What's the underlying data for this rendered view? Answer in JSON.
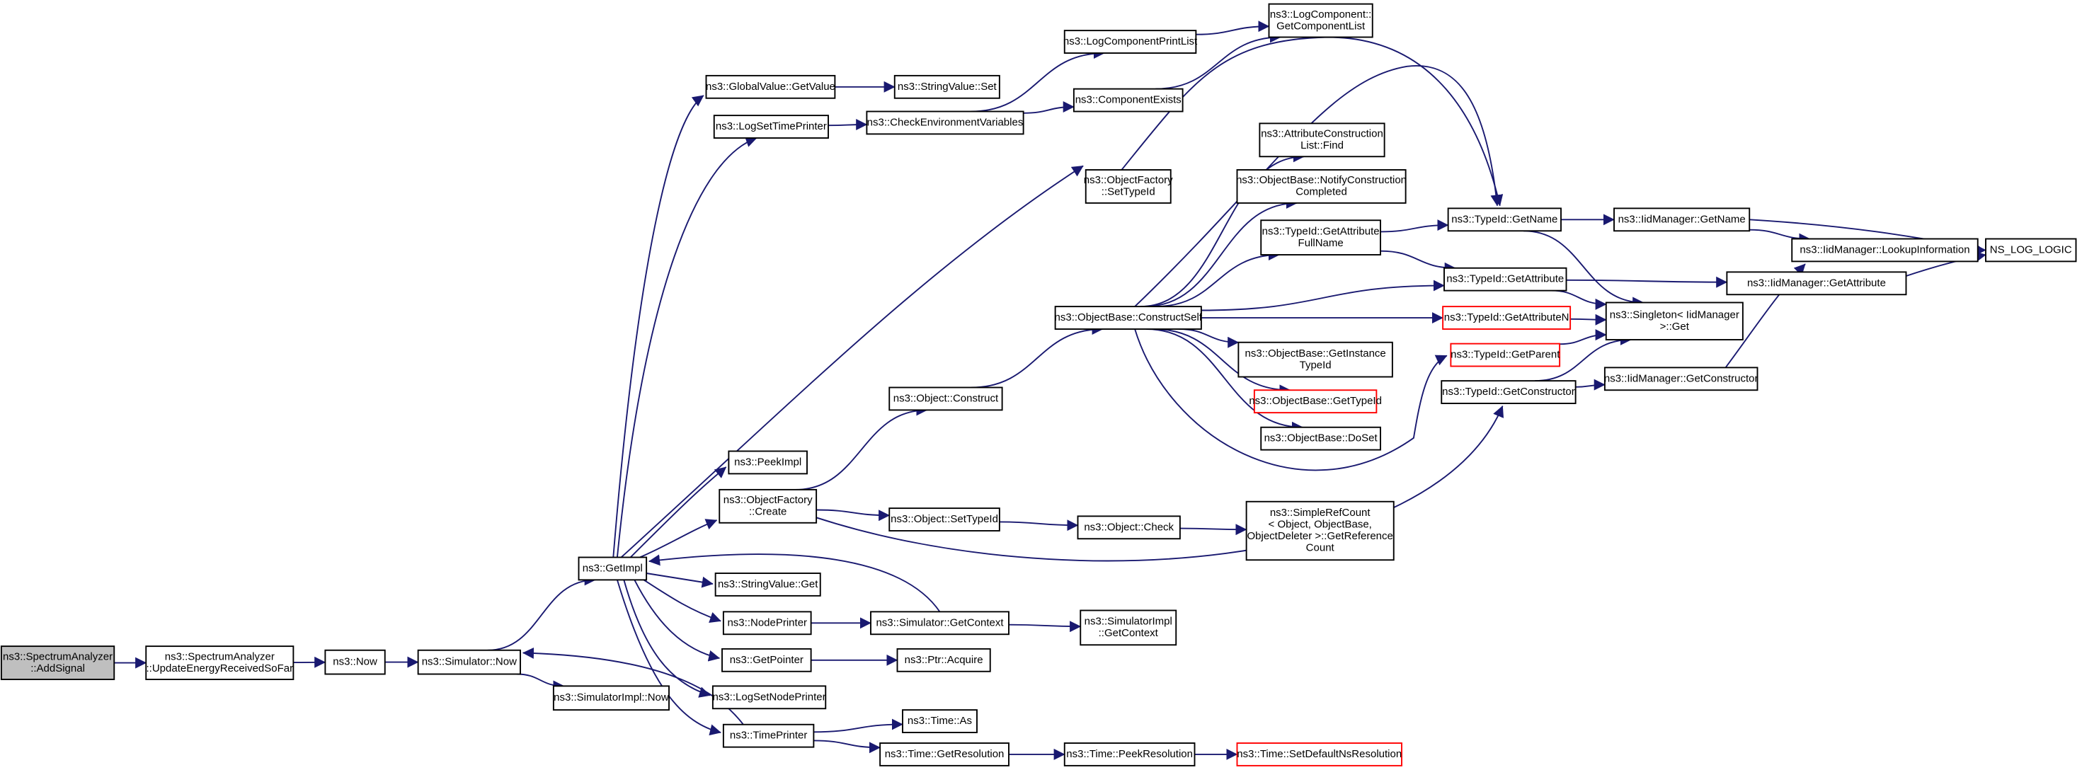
{
  "colors": {
    "edge": "#191970",
    "highlight_border": "#ff0000",
    "root_fill": "#bfbfbf",
    "node_border": "#000000"
  },
  "nodes": [
    {
      "id": "n01",
      "lines": [
        "ns3::SpectrumAnalyzer",
        "::AddSignal"
      ],
      "root": true
    },
    {
      "id": "n02",
      "lines": [
        "ns3::SpectrumAnalyzer",
        "::UpdateEnergyReceivedSoFar"
      ]
    },
    {
      "id": "n03",
      "lines": [
        "ns3::Now"
      ]
    },
    {
      "id": "n04",
      "lines": [
        "ns3::Simulator::Now"
      ]
    },
    {
      "id": "n05",
      "lines": [
        "ns3::SimulatorImpl::Now"
      ]
    },
    {
      "id": "n06",
      "lines": [
        "ns3::GetImpl"
      ]
    },
    {
      "id": "n07",
      "lines": [
        "ns3::GlobalValue::GetValue"
      ]
    },
    {
      "id": "n08",
      "lines": [
        "ns3::StringValue::Set"
      ]
    },
    {
      "id": "n09",
      "lines": [
        "ns3::LogSetTimePrinter"
      ]
    },
    {
      "id": "n10",
      "lines": [
        "ns3::CheckEnvironmentVariables"
      ]
    },
    {
      "id": "n11",
      "lines": [
        "ns3::LogComponentPrintList"
      ]
    },
    {
      "id": "n12",
      "lines": [
        "ns3::LogComponent::",
        "GetComponentList"
      ]
    },
    {
      "id": "n13",
      "lines": [
        "ns3::ComponentExists"
      ]
    },
    {
      "id": "n14",
      "lines": [
        "ns3::ObjectFactory",
        "::SetTypeId"
      ]
    },
    {
      "id": "n15",
      "lines": [
        "ns3::AttributeConstruction",
        "List::Find"
      ]
    },
    {
      "id": "n16",
      "lines": [
        "ns3::ObjectBase::NotifyConstruction",
        "Completed"
      ]
    },
    {
      "id": "n17",
      "lines": [
        "ns3::TypeId::GetName"
      ]
    },
    {
      "id": "n18",
      "lines": [
        "ns3::IidManager::GetName"
      ]
    },
    {
      "id": "n19",
      "lines": [
        "ns3::TypeId::GetAttribute",
        "FullName"
      ]
    },
    {
      "id": "n20",
      "lines": [
        "ns3::IidManager::LookupInformation"
      ]
    },
    {
      "id": "n21",
      "lines": [
        "NS_LOG_LOGIC"
      ]
    },
    {
      "id": "n22",
      "lines": [
        "ns3::TypeId::GetAttribute"
      ]
    },
    {
      "id": "n23",
      "lines": [
        "ns3::IidManager::GetAttribute"
      ]
    },
    {
      "id": "n24",
      "lines": [
        "ns3::ObjectBase::ConstructSelf"
      ]
    },
    {
      "id": "n25",
      "lines": [
        "ns3::TypeId::GetAttributeN"
      ],
      "red": true
    },
    {
      "id": "n26",
      "lines": [
        "ns3::Singleton< IidManager",
        " >::Get"
      ]
    },
    {
      "id": "n27",
      "lines": [
        "ns3::TypeId::GetParent"
      ],
      "red": true
    },
    {
      "id": "n28",
      "lines": [
        "ns3::ObjectBase::GetInstance",
        "TypeId"
      ]
    },
    {
      "id": "n29",
      "lines": [
        "ns3::TypeId::GetConstructor"
      ]
    },
    {
      "id": "n30",
      "lines": [
        "ns3::IidManager::GetConstructor"
      ]
    },
    {
      "id": "n31",
      "lines": [
        "ns3::ObjectBase::GetTypeId"
      ],
      "red": true
    },
    {
      "id": "n32",
      "lines": [
        "ns3::Object::Construct"
      ]
    },
    {
      "id": "n33",
      "lines": [
        "ns3::ObjectBase::DoSet"
      ]
    },
    {
      "id": "n34",
      "lines": [
        "ns3::PeekImpl"
      ]
    },
    {
      "id": "n35",
      "lines": [
        "ns3::ObjectFactory",
        "::Create"
      ]
    },
    {
      "id": "n36",
      "lines": [
        "ns3::Object::SetTypeId"
      ]
    },
    {
      "id": "n37",
      "lines": [
        "ns3::Object::Check"
      ]
    },
    {
      "id": "n38",
      "lines": [
        "ns3::SimpleRefCount",
        "< Object, ObjectBase,",
        " ObjectDeleter >::GetReference",
        "Count"
      ]
    },
    {
      "id": "n39",
      "lines": [
        "ns3::StringValue::Get"
      ]
    },
    {
      "id": "n40",
      "lines": [
        "ns3::NodePrinter"
      ]
    },
    {
      "id": "n41",
      "lines": [
        "ns3::Simulator::GetContext"
      ]
    },
    {
      "id": "n42",
      "lines": [
        "ns3::SimulatorImpl",
        "::GetContext"
      ]
    },
    {
      "id": "n43",
      "lines": [
        "ns3::GetPointer"
      ]
    },
    {
      "id": "n44",
      "lines": [
        "ns3::Ptr::Acquire"
      ]
    },
    {
      "id": "n45",
      "lines": [
        "ns3::LogSetNodePrinter"
      ]
    },
    {
      "id": "n46",
      "lines": [
        "ns3::TimePrinter"
      ]
    },
    {
      "id": "n47",
      "lines": [
        "ns3::Time::As"
      ]
    },
    {
      "id": "n48",
      "lines": [
        "ns3::Time::GetResolution"
      ]
    },
    {
      "id": "n49",
      "lines": [
        "ns3::Time::PeekResolution"
      ]
    },
    {
      "id": "n50",
      "lines": [
        "ns3::Time::SetDefaultNsResolution"
      ],
      "red": true
    }
  ],
  "edges": [
    [
      "n01",
      "n02"
    ],
    [
      "n02",
      "n03"
    ],
    [
      "n03",
      "n04"
    ],
    [
      "n04",
      "n05"
    ],
    [
      "n04",
      "n06"
    ],
    [
      "n06",
      "n07"
    ],
    [
      "n06",
      "n09"
    ],
    [
      "n06",
      "n14"
    ],
    [
      "n06",
      "n34"
    ],
    [
      "n06",
      "n35"
    ],
    [
      "n06",
      "n39"
    ],
    [
      "n06",
      "n40"
    ],
    [
      "n06",
      "n43"
    ],
    [
      "n06",
      "n45"
    ],
    [
      "n06",
      "n46"
    ],
    [
      "n07",
      "n08"
    ],
    [
      "n09",
      "n10"
    ],
    [
      "n10",
      "n11"
    ],
    [
      "n10",
      "n13"
    ],
    [
      "n11",
      "n12"
    ],
    [
      "n13",
      "n12"
    ],
    [
      "n14",
      "n17"
    ],
    [
      "n35",
      "n32"
    ],
    [
      "n35",
      "n36"
    ],
    [
      "n35",
      "n29"
    ],
    [
      "n32",
      "n24"
    ],
    [
      "n24",
      "n15"
    ],
    [
      "n24",
      "n16"
    ],
    [
      "n24",
      "n17"
    ],
    [
      "n24",
      "n19"
    ],
    [
      "n24",
      "n22"
    ],
    [
      "n24",
      "n25"
    ],
    [
      "n24",
      "n28"
    ],
    [
      "n24",
      "n31"
    ],
    [
      "n24",
      "n33"
    ],
    [
      "n24",
      "n27"
    ],
    [
      "n19",
      "n17"
    ],
    [
      "n19",
      "n22"
    ],
    [
      "n17",
      "n18"
    ],
    [
      "n17",
      "n26"
    ],
    [
      "n18",
      "n20"
    ],
    [
      "n18",
      "n21"
    ],
    [
      "n22",
      "n23"
    ],
    [
      "n22",
      "n26"
    ],
    [
      "n23",
      "n21"
    ],
    [
      "n20",
      "n21"
    ],
    [
      "n25",
      "n26"
    ],
    [
      "n27",
      "n26"
    ],
    [
      "n29",
      "n26"
    ],
    [
      "n29",
      "n30"
    ],
    [
      "n30",
      "n20"
    ],
    [
      "n36",
      "n37"
    ],
    [
      "n37",
      "n38"
    ],
    [
      "n40",
      "n41"
    ],
    [
      "n41",
      "n06"
    ],
    [
      "n41",
      "n42"
    ],
    [
      "n43",
      "n44"
    ],
    [
      "n46",
      "n04"
    ],
    [
      "n46",
      "n47"
    ],
    [
      "n46",
      "n48"
    ],
    [
      "n48",
      "n49"
    ],
    [
      "n49",
      "n50"
    ]
  ]
}
